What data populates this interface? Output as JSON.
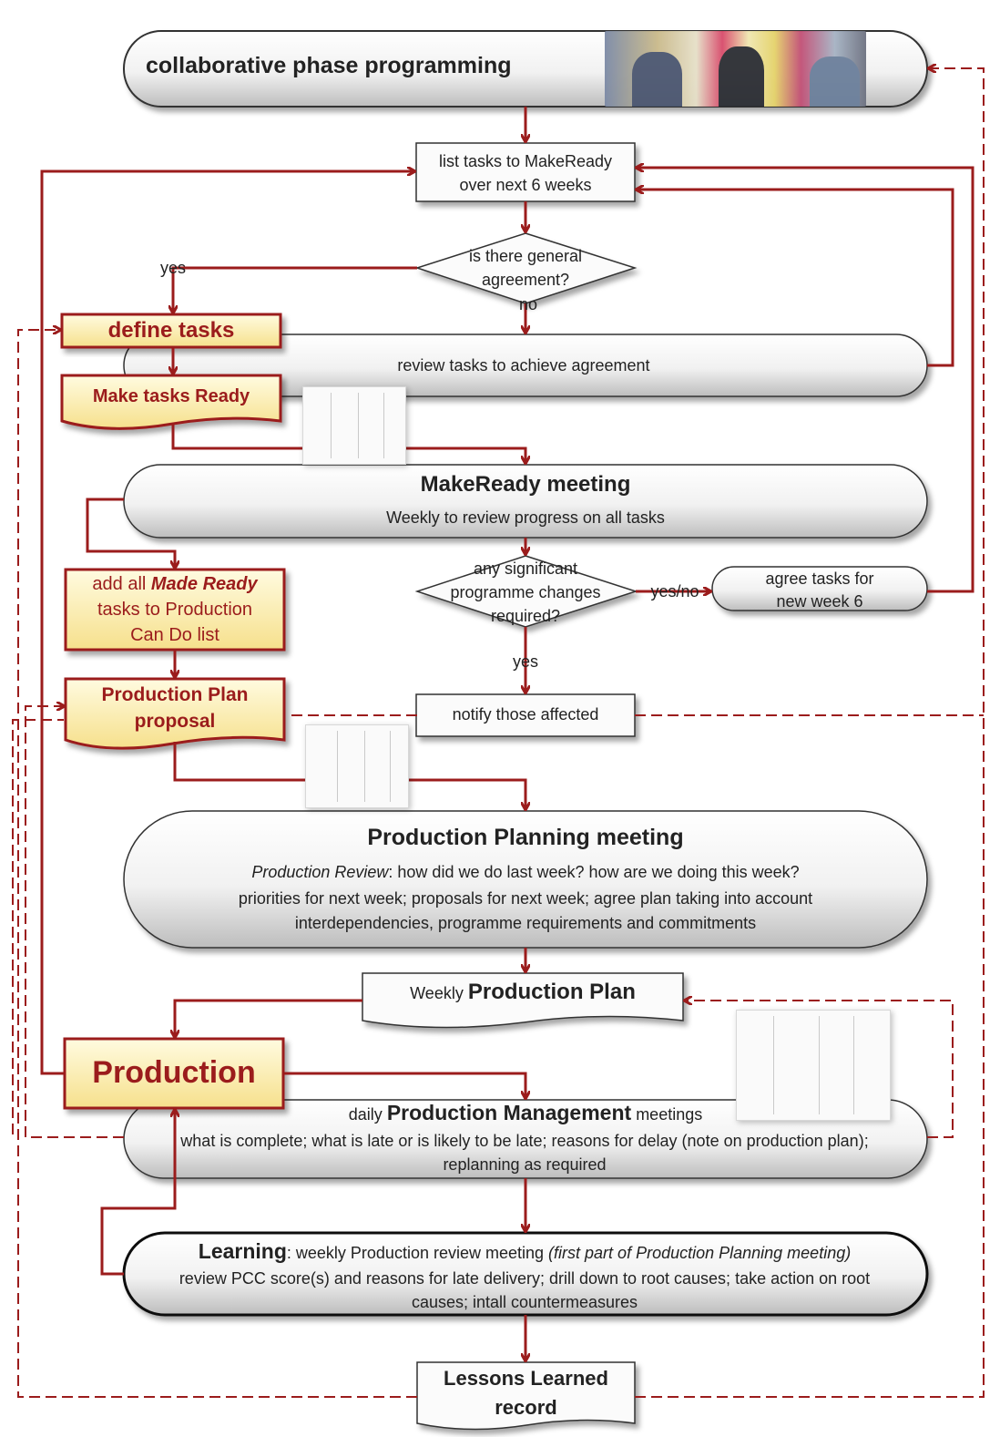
{
  "header": {
    "title": "collaborative phase programming"
  },
  "steps": {
    "list_tasks": [
      "list tasks to MakeReady",
      "over next 6 weeks"
    ],
    "agreement_question": [
      "is there general",
      "agreement?"
    ],
    "yes1": "yes",
    "no1": "no",
    "define_tasks": "define tasks",
    "review_tasks": "review tasks to achieve agreement",
    "make_tasks_ready": "Make tasks Ready",
    "makeready_meeting_title": "MakeReady meeting",
    "makeready_meeting_sub": "Weekly to review progress on all tasks",
    "add_all_pre": "add all",
    "add_all_emph": "Made Ready",
    "add_all_line2": "tasks to Production",
    "add_all_line3": "Can Do list",
    "changes_question": [
      "any significant",
      "programme changes",
      "required?"
    ],
    "yes_no": "yes/no",
    "agree_tasks": [
      "agree tasks for",
      "new week 6"
    ],
    "yes2": "yes",
    "plan_proposal": [
      "Production Plan",
      "proposal"
    ],
    "notify": "notify those affected",
    "ppm_title": "Production Planning meeting",
    "ppm_line1_em": "Production Review",
    "ppm_line1_rest": ": how did we do last week?  how are we doing this week?",
    "ppm_line2": "priorities for next week; proposals for next week; agree plan taking into account",
    "ppm_line3": "interdependencies, programme requirements and commitments",
    "weekly_plan_pre": "Weekly",
    "weekly_plan_bold": "Production Plan",
    "production": "Production",
    "pmm_pre": "daily",
    "pmm_bold": "Production Management",
    "pmm_post": "meetings",
    "pmm_line2": "what is complete; what is late or is likely to be late; reasons for delay (note on production plan);",
    "pmm_line3": "replanning as required",
    "learning_bold": "Learning",
    "learning_rest": ": weekly Production review meeting",
    "learning_em": "(first part of Production Planning meeting)",
    "learning_line2": "review PCC score(s) and reasons for late delivery; drill down to root causes; take action on root",
    "learning_line3": "causes; intall countermeasures",
    "lessons": [
      "Lessons Learned",
      "record"
    ]
  },
  "colors": {
    "accent": "#9b1c1c",
    "box_fill": "#fcefb4",
    "pill_fill": "#efefef",
    "outline": "#333333"
  }
}
